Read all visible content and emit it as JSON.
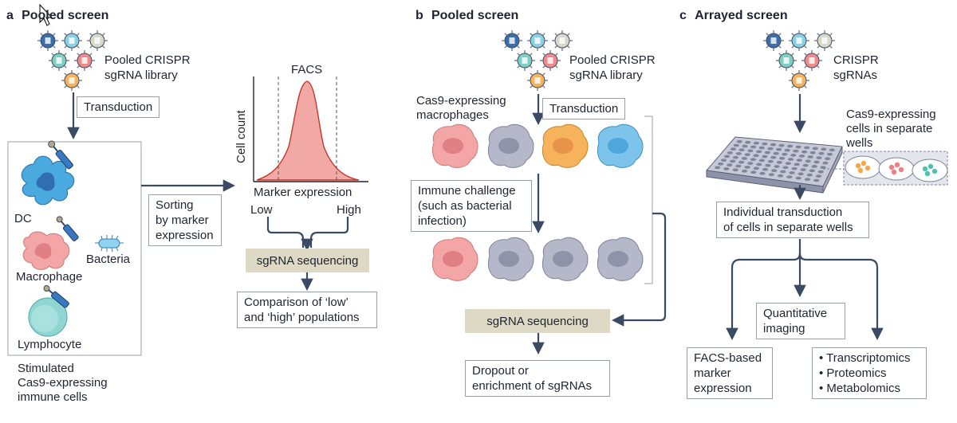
{
  "panels": {
    "a": {
      "letter": "a",
      "title": "Pooled screen",
      "library_label": [
        "Pooled CRISPR",
        "sgRNA library"
      ],
      "transduction": "Transduction",
      "cells": {
        "dc": "DC",
        "bacteria": "Bacteria",
        "macrophage": "Macrophage",
        "lymphocyte": "Lymphocyte"
      },
      "stimulated_label": [
        "Stimulated",
        "Cas9-expressing",
        "immune cells"
      ],
      "sorting": [
        "Sorting",
        "by marker",
        "expression"
      ],
      "facs": "FACS",
      "cell_count": "Cell count",
      "marker_expression": "Marker expression",
      "low": "Low",
      "high": "High",
      "sgrna_sequencing": "sgRNA sequencing",
      "comparison": [
        "Comparison of ‘low’",
        "and ‘high’ populations"
      ]
    },
    "b": {
      "letter": "b",
      "title": "Pooled screen",
      "library_label": [
        "Pooled CRISPR",
        "sgRNA library"
      ],
      "cas9_macrophages": [
        "Cas9-expressing",
        "macrophages"
      ],
      "transduction": "Transduction",
      "immune_challenge": [
        "Immune challenge",
        "(such as bacterial",
        "infection)"
      ],
      "sgrna_sequencing": "sgRNA sequencing",
      "dropout": [
        "Dropout or",
        "enrichment of sgRNAs"
      ]
    },
    "c": {
      "letter": "c",
      "title": "Arrayed screen",
      "library_label": [
        "CRISPR",
        "sgRNAs"
      ],
      "cas9_cells": [
        "Cas9-expressing",
        "cells in separate",
        "wells"
      ],
      "individual": [
        "Individual transduction",
        "of cells in separate wells"
      ],
      "quantitative": [
        "Quantitative",
        "imaging"
      ],
      "facs_based": [
        "FACS-based",
        "marker",
        "expression"
      ],
      "omics": [
        "• Transcriptomics",
        "• Proteomics",
        "• Metabolomics"
      ]
    }
  },
  "colors": {
    "arrow": "#3a4a63",
    "box_border": "#9aa0a8",
    "tan": "#ddd9c4",
    "facs_fill": "#f2a9a6",
    "facs_stroke": "#c0392b",
    "cell_pink": "#f4a6a6",
    "cell_grey": "#b4b8c8",
    "cell_orange": "#f7b35c",
    "cell_blue": "#7cc4ec",
    "dc_blue": "#4aa9df",
    "lymph_teal": "#8fd6d3"
  }
}
